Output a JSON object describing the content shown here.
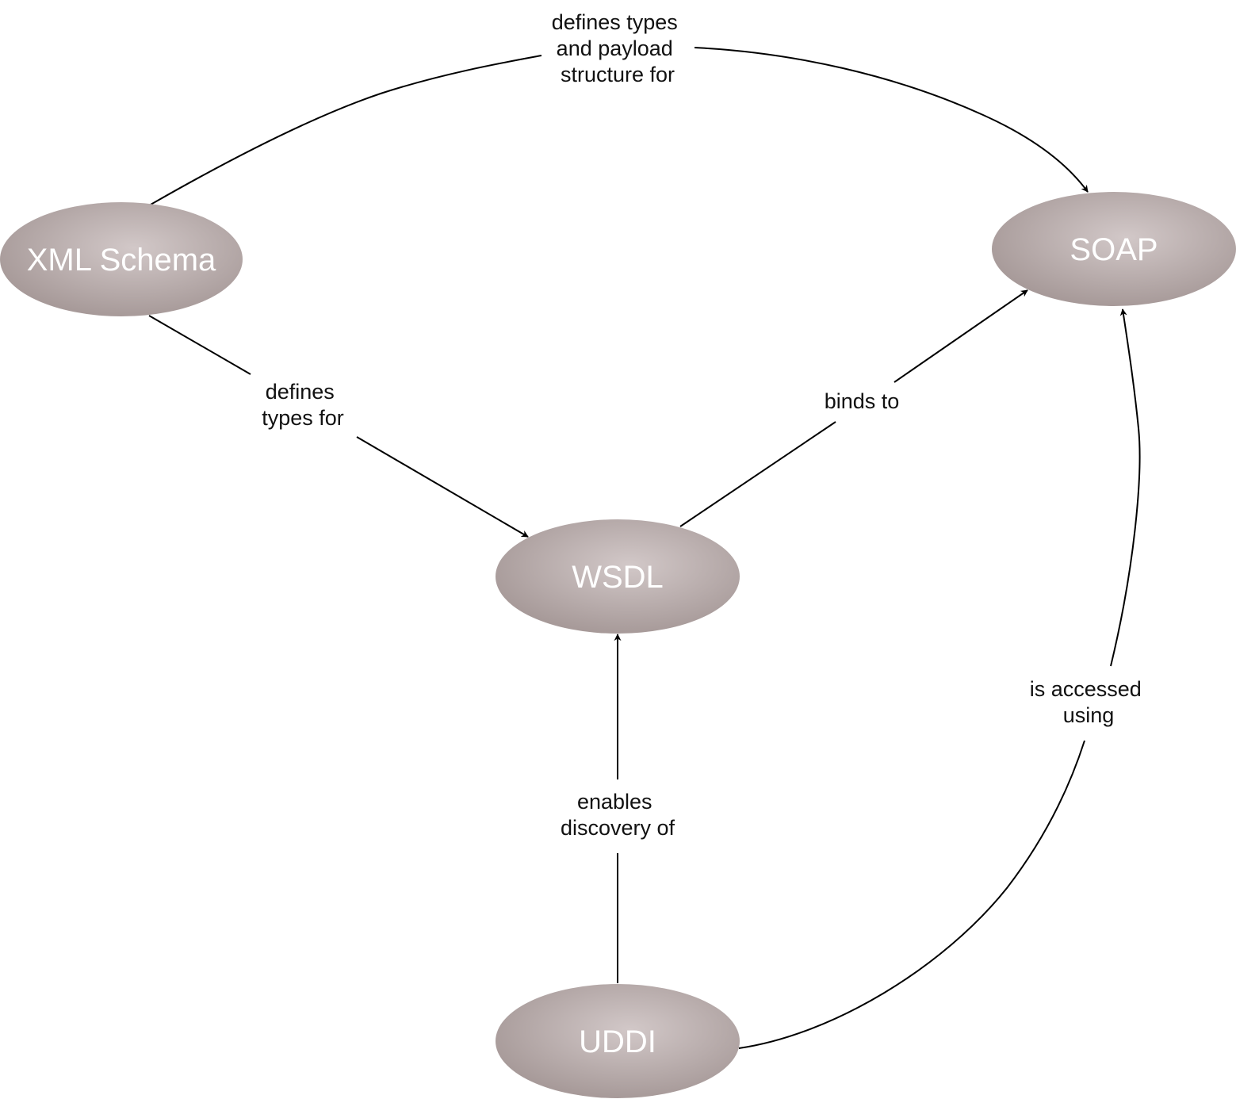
{
  "colors": {
    "node_fill_light": "#d2c8c8",
    "node_fill_dark": "#a79a99",
    "node_text": "#ffffff",
    "edge": "#000000",
    "edge_label_text": "#111111",
    "background": "#ffffff"
  },
  "nodes": {
    "xml_schema": {
      "label": "XML Schema"
    },
    "soap": {
      "label": "SOAP"
    },
    "wsdl": {
      "label": "WSDL"
    },
    "uddi": {
      "label": "UDDI"
    }
  },
  "edges": {
    "xml_schema_to_soap": {
      "from": "XML Schema",
      "to": "SOAP",
      "label_lines": [
        "defines types",
        "and payload",
        "structure for"
      ]
    },
    "xml_schema_to_wsdl": {
      "from": "XML Schema",
      "to": "WSDL",
      "label_lines": [
        "defines",
        "types for"
      ]
    },
    "wsdl_to_soap": {
      "from": "WSDL",
      "to": "SOAP",
      "label_lines": [
        "binds to"
      ]
    },
    "uddi_to_wsdl": {
      "from": "UDDI",
      "to": "WSDL",
      "label_lines": [
        "enables",
        "discovery of"
      ]
    },
    "uddi_to_soap": {
      "from": "UDDI",
      "to": "SOAP",
      "label_lines": [
        "is accessed",
        "using"
      ]
    }
  }
}
